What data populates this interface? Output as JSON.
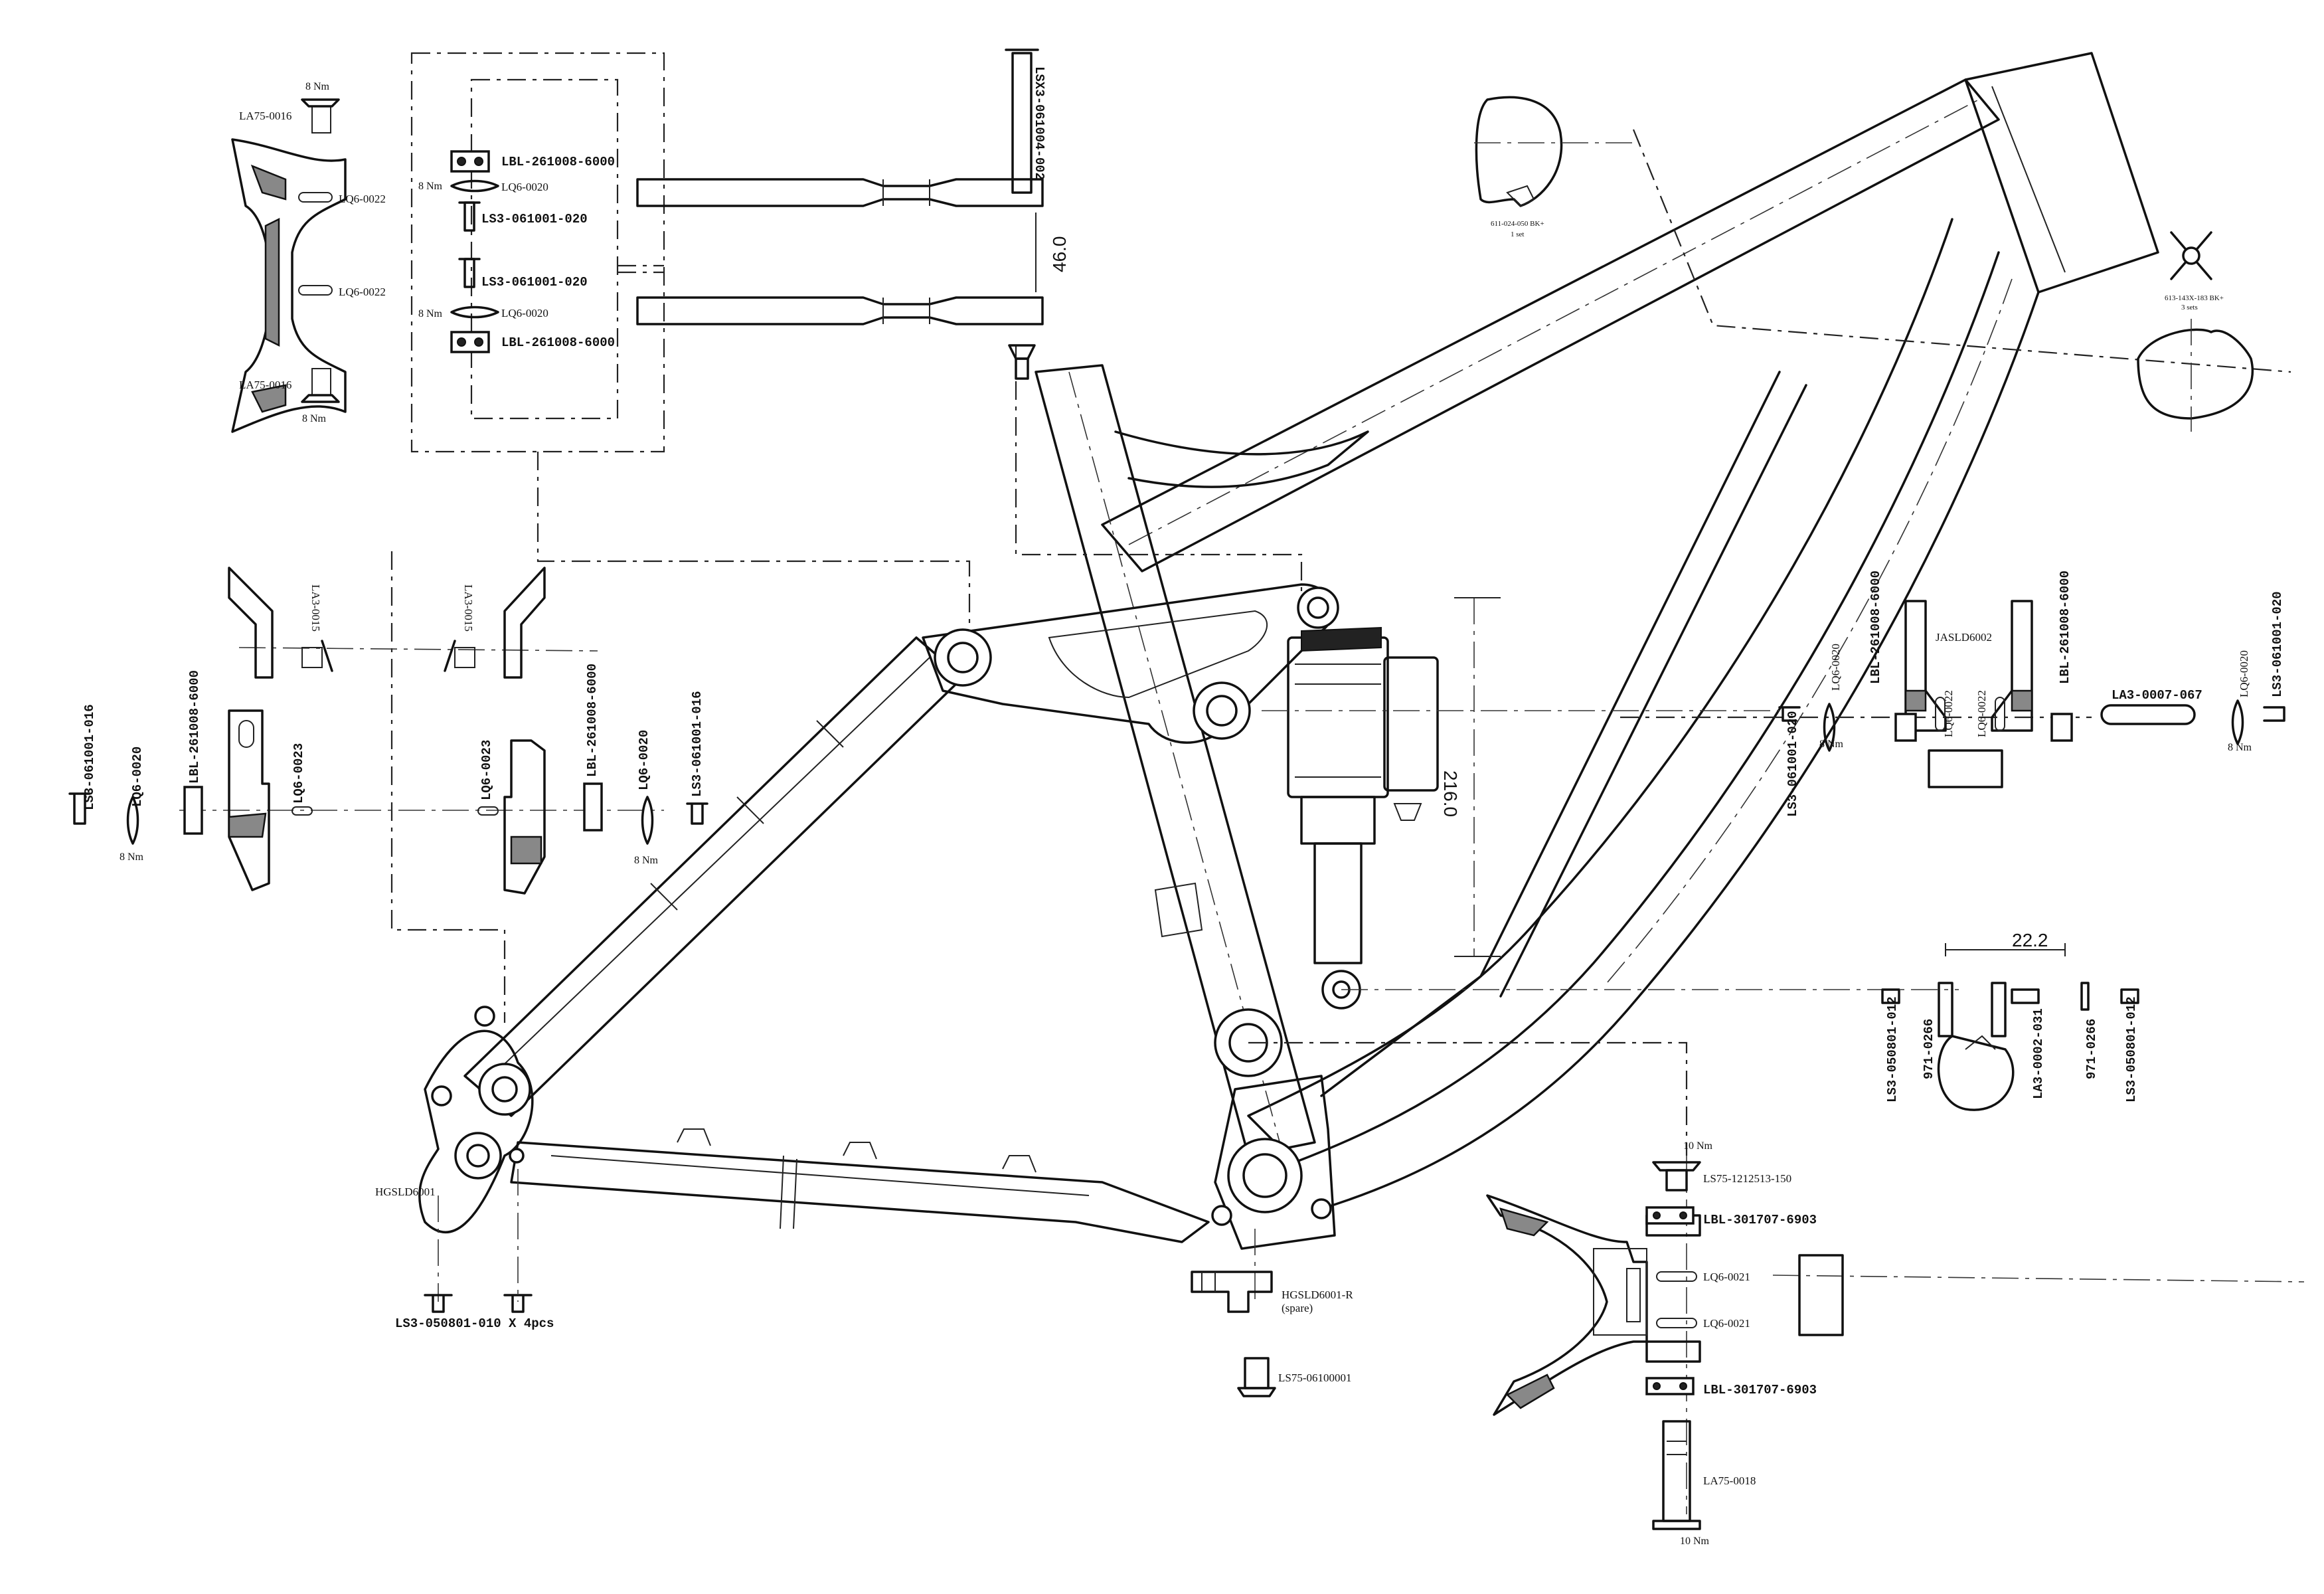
{
  "labels": {
    "top_left_bolt_top": "LA75-0016",
    "top_left_bolt_bottom": "LA75-0016",
    "top_left_bushing_1": "LQ6-0022",
    "top_left_bushing_2": "LQ6-0022",
    "torque_8nm_a": "8 Nm",
    "torque_8nm_b": "8 Nm",
    "rocker_bearing_top": "LBL-261008-6000",
    "rocker_washer_top": "LQ6-0020",
    "rocker_bolt_top": "LS3-061001-020",
    "rocker_bolt_bottom": "LS3-061001-020",
    "rocker_washer_bottom": "LQ6-0020",
    "rocker_bearing_bottom": "LBL-261008-6000",
    "torque_8nm_c": "8 Nm",
    "torque_8nm_d": "8 Nm",
    "rocker_axle_vertical": "LSX3-061004-002",
    "dim_46": "46.0",
    "grommet_top": "611-024-050 BK+",
    "grommet_top_qty": "1 set",
    "grommet_right": "613-143X-183 BK+",
    "grommet_right_qty": "3 sets",
    "mid_la3_left": "LA3-0015",
    "mid_la3_right": "LA3-0015",
    "far_left_bolt": "LS3-061001-016",
    "far_left_washer": "LQ6-0020",
    "far_left_bearing": "LBL-261008-6000",
    "far_left_bushing": "LQ6-0023",
    "torque_8nm_e": "8 Nm",
    "mid_bushing": "LQ6-0023",
    "mid_bearing": "LBL-261008-6000",
    "mid_washer": "LQ6-0020",
    "mid_bolt": "LS3-061001-016",
    "torque_8nm_f": "8 Nm",
    "shock_length": "216.0",
    "right_washer_a": "LQ6-0020",
    "right_bearing_a": "LBL-261008-6000",
    "right_jasld": "JASLD6002",
    "right_bushing_a": "LQ6-0022",
    "right_bushing_b": "LQ6-0022",
    "right_bearing_b": "LBL-261008-6000",
    "right_bolt_a": "LS3-061001-020",
    "torque_8nm_g": "8 Nm",
    "right_axle": "LA3-0007-067",
    "right_washer_b": "LQ6-0020",
    "right_bolt_b": "LS3-061001-020",
    "torque_8nm_h": "8 Nm",
    "dim_22": "22.2",
    "shock_bolt_left": "LS3-050801-012",
    "shock_spacer_left": "971-0266",
    "shock_sleeve": "LA3-0002-031",
    "shock_spacer_right": "971-0266",
    "shock_bolt_right": "LS3-050801-012",
    "torque_10nm_top": "10 Nm",
    "main_pivot_bolt_top": "LS75-1212513-150",
    "main_bearing_top": "LBL-301707-6903",
    "main_bushing_1": "LQ6-0021",
    "main_bushing_2": "LQ6-0021",
    "main_bearing_bottom": "LBL-301707-6903",
    "main_axle": "LA75-0018",
    "torque_10nm_bottom": "10 Nm",
    "hanger": "HGSLD6001",
    "hanger_bolts": "LS3-050801-010 X 4pcs",
    "hanger_spare": "HGSLD6001-R",
    "hanger_spare_note": "(spare)",
    "spare_bolt": "LS75-06100001"
  }
}
